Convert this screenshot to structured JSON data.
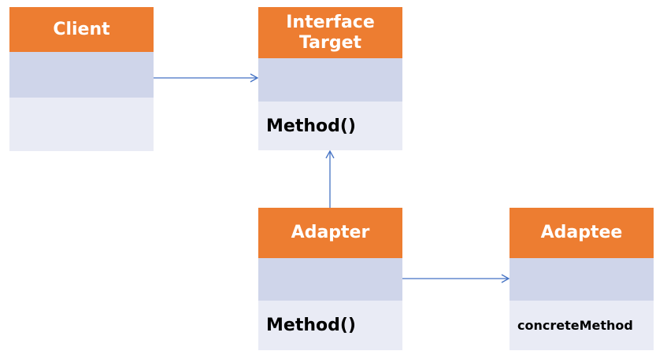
{
  "classes": {
    "client": {
      "name": "Client",
      "method": ""
    },
    "target": {
      "name": "Interface\nTarget",
      "method": "Method()"
    },
    "adapter": {
      "name": "Adapter",
      "method": "Method()"
    },
    "adaptee": {
      "name": "Adaptee",
      "method": "concreteMethod"
    }
  },
  "colors": {
    "header": "#ed7d31",
    "attributes": "#cfd5ea",
    "methods": "#e9ebf5",
    "connector": "#4472c4"
  },
  "relations": [
    {
      "from": "Client",
      "to": "Interface Target",
      "type": "association"
    },
    {
      "from": "Adapter",
      "to": "Interface Target",
      "type": "realization"
    },
    {
      "from": "Adapter",
      "to": "Adaptee",
      "type": "association"
    }
  ]
}
